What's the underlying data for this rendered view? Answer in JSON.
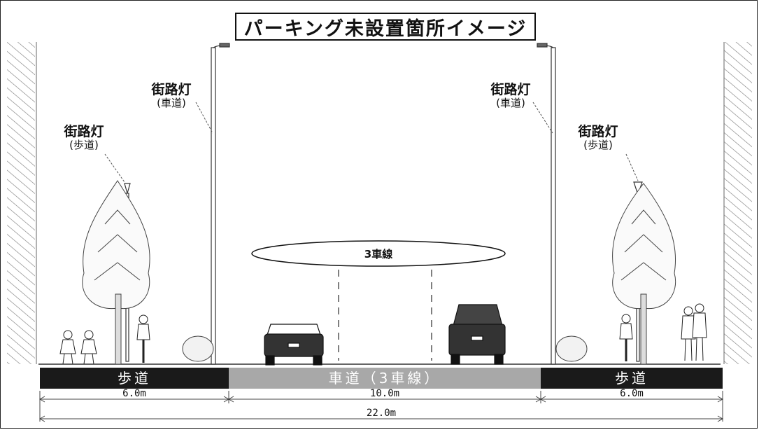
{
  "title": "パーキング未設置箇所イメージ",
  "streetlights": {
    "roadway_left": {
      "main": "街路灯",
      "sub": "(車道)"
    },
    "roadway_right": {
      "main": "街路灯",
      "sub": "(車道)"
    },
    "sidewalk_left": {
      "main": "街路灯",
      "sub": "(歩道)"
    },
    "sidewalk_right": {
      "main": "街路灯",
      "sub": "(歩道)"
    }
  },
  "lane_label": "3車線",
  "sections": {
    "left_sidewalk": "歩道",
    "roadway": "車道（3車線）",
    "right_sidewalk": "歩道"
  },
  "dimensions": {
    "left": "6.0m",
    "center": "10.0m",
    "right": "6.0m",
    "total": "22.0m"
  },
  "colors": {
    "sidewalk_band": "#1a1a1a",
    "roadway_band": "#a8a8a8"
  }
}
